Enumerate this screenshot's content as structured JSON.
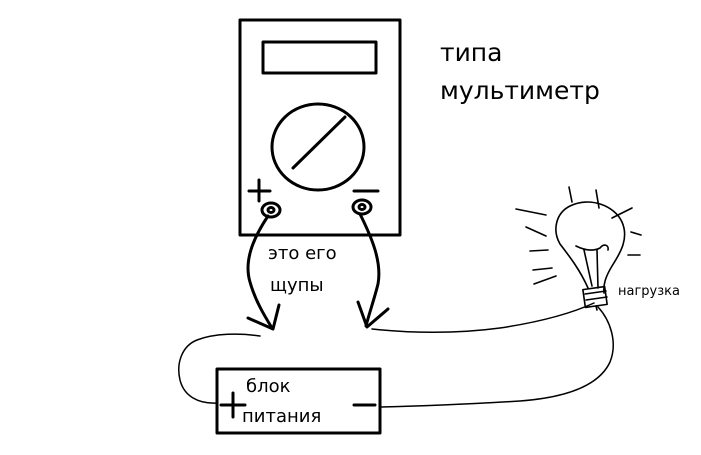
{
  "labels": {
    "title_line1": "типа",
    "title_line2": "мультиметр",
    "probes_line1": "это его",
    "probes_line2": "щупы",
    "load": "нагрузка",
    "psu_line1": "блок",
    "psu_line2": "питания"
  },
  "colors": {
    "ink": "#000000",
    "background": "#ffffff"
  }
}
